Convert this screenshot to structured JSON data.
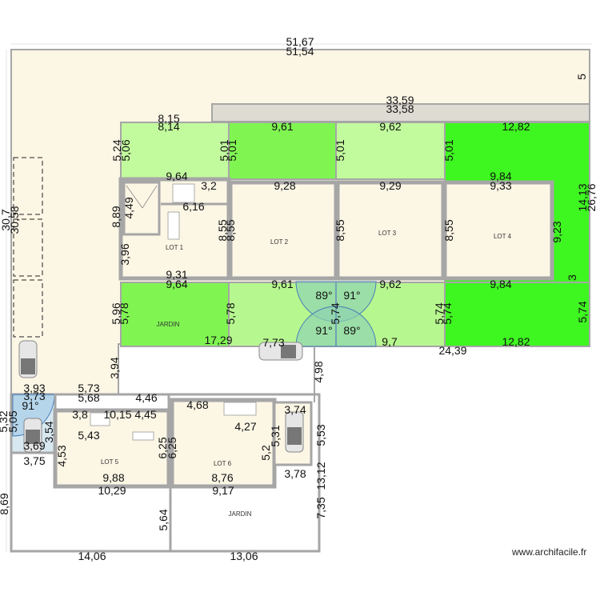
{
  "watermark": "www.archifacile.fr",
  "colors": {
    "cream": "#fcf6e5",
    "wall": "#a6a6a6",
    "light_green": "#c2fb9d",
    "mid_green": "#80f552",
    "bright_green": "#3ef620",
    "pale_green": "#b7f78f",
    "grey_strip": "#dedbd3",
    "arc_fill": "#8fd3b0",
    "arc_stroke": "#4a7fb8"
  },
  "rooms": {
    "lot1": "LOT 1",
    "lot2": "LOT 2",
    "lot3": "LOT 3",
    "lot4": "LOT 4",
    "lot5": "LOT 5",
    "lot6": "LOT 6",
    "jardin_top": "JARDIN",
    "jardin_bottom": "JARDIN"
  },
  "dims": {
    "top_outer_a": "51,67",
    "top_outer_b": "51,54",
    "right_top": "5",
    "strip_a": "33,59",
    "strip_b": "33,58",
    "g1_top_a": "8,15",
    "g1_top_b": "8,14",
    "g2_top": "9,61",
    "g3_top": "9,62",
    "g4_top": "12,82",
    "g1_left_a": "5,24",
    "g1_left_b": "5,06",
    "g1_right_a": "5,01",
    "g1_right_b": "5,01",
    "g3_left": "5,01",
    "g3_right": "5,01",
    "lot1_top": "9,64",
    "lot1_stair": "3,2",
    "lot1_inner": "6,16",
    "lot1_left_a": "4,49",
    "lot1_left_b": "8,89",
    "lot1_left_c": "3,96",
    "lot1_right_a": "8,55",
    "lot1_right_b": "8,55",
    "lot1_bottom": "9,31",
    "lot2_top": "9,28",
    "lot2_right": "8,55",
    "lot3_top": "9,29",
    "lot3_right": "8,55",
    "lot4_top_a": "9,84",
    "lot4_top_b": "9,33",
    "lot4_right": "9,23",
    "right_a": "14,13",
    "right_b": "26,76",
    "right_c": "3",
    "right_d": "5,74",
    "left_total_a": "30,7",
    "left_total_b": "30,58",
    "j1_top": "9,64",
    "j1_left_a": "5,96",
    "j1_left_b": "5,78",
    "j1_right": "5,78",
    "j1_bottom": "17,29",
    "j2_top": "9,61",
    "j2_bottom": "7,73",
    "angle_tl": "89°",
    "angle_tr": "91°",
    "angle_bl": "91°",
    "angle_br": "89°",
    "j_mid": "5,74",
    "j3_top": "9,62",
    "j3_bottom": "9,7",
    "j3_right_a": "5,74",
    "j3_right_b": "5,74",
    "j4_top": "9,84",
    "j4_bottom": "12,82",
    "bottom_total": "24,39",
    "drive_a": "3,94",
    "drive_b": "4,98",
    "lot5_corr_a": "5,73",
    "lot5_corr_b": "5,68",
    "lot5_corr_c": "4,46",
    "garage_a": "3,93",
    "garage_b": "3,73",
    "garage_angle": "91°",
    "garage_left_a": "5,32",
    "garage_left_b": "5,05",
    "garage_right": "3,54",
    "garage_bottom_a": "3,69",
    "garage_bottom_b": "3,75",
    "lot5_stair": "3,8",
    "lot5_mid": "10,15",
    "lot5_right_top": "4,45",
    "lot5_inner": "5,43",
    "lot5_left": "4,53",
    "lot5_right_a": "6,25",
    "lot5_right_b": "6,25",
    "lot5_bottom": "9,88",
    "lot5_outer_bottom": "10,29",
    "lot6_top": "4,68",
    "lot6_inner": "4,27",
    "lot6_right_a": "5,2",
    "lot6_right_b": "5,31",
    "lot6_bottom": "8,76",
    "lot6_outer_bottom": "9,17",
    "garage6_top": "3,74",
    "garage6_right": "5,53",
    "garage6_bottom": "3,78",
    "right_bottom_a": "13,12",
    "right_bottom_b": "7,35",
    "left_bottom": "8,69",
    "mid_bottom": "5,64",
    "bottom_left": "14,06",
    "bottom_right": "13,06"
  }
}
